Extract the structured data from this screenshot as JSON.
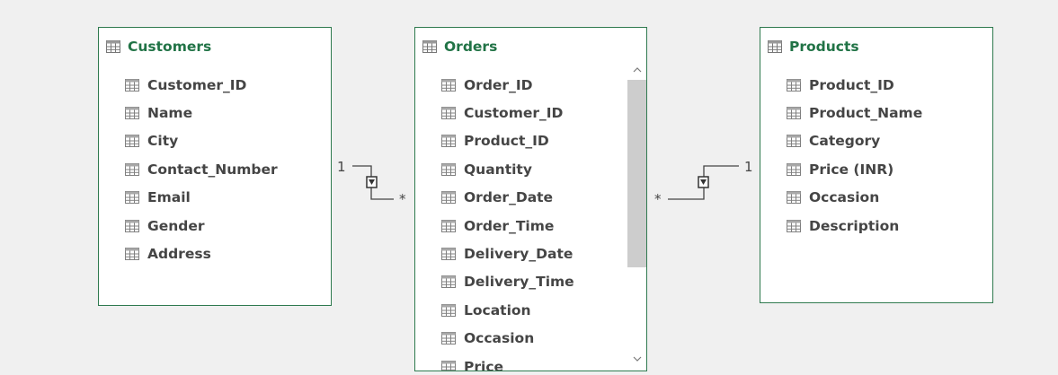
{
  "tables": {
    "customers": {
      "title": "Customers",
      "fields": [
        "Customer_ID",
        "Name",
        "City",
        "Contact_Number",
        "Email",
        "Gender",
        "Address"
      ]
    },
    "orders": {
      "title": "Orders",
      "fields": [
        "Order_ID",
        "Customer_ID",
        "Product_ID",
        "Quantity",
        "Order_Date",
        "Order_Time",
        "Delivery_Date",
        "Delivery_Time",
        "Location",
        "Occasion",
        "Price"
      ]
    },
    "products": {
      "title": "Products",
      "fields": [
        "Product_ID",
        "Product_Name",
        "Category",
        "Price (INR)",
        "Occasion",
        "Description"
      ]
    }
  },
  "relationships": {
    "customers_orders": {
      "one": "1",
      "many": "*"
    },
    "products_orders": {
      "one": "1",
      "many": "*"
    }
  },
  "colors": {
    "background": "#f0f0f0",
    "box_border": "#2f7a4f",
    "title": "#217346",
    "field_text": "#454545",
    "scroll_thumb": "#cdcdcd"
  },
  "icons": {
    "table": "table-grid-icon",
    "field": "field-grid-icon",
    "relationship": "filter-arrow-icon",
    "scroll_up": "chevron-up-icon",
    "scroll_down": "chevron-down-icon"
  }
}
